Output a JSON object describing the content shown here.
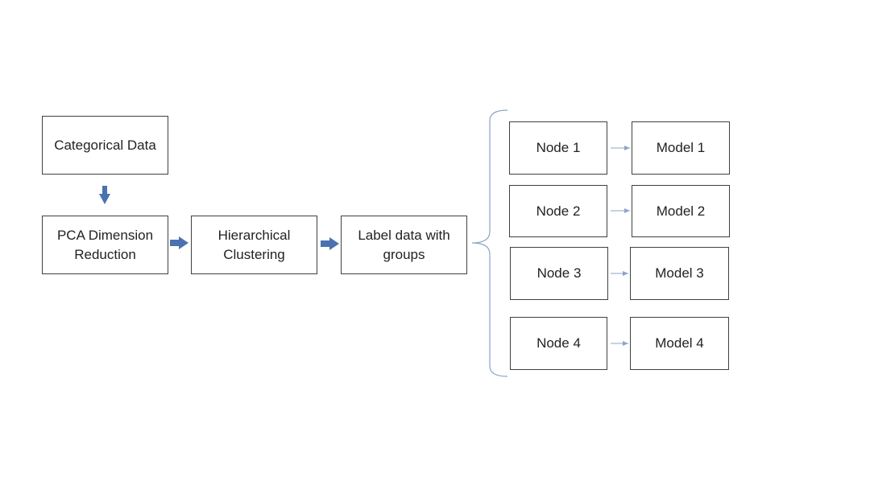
{
  "colors": {
    "box_border": "#404040",
    "text": "#222222",
    "thick_arrow": "#4a72b0",
    "thin_arrow": "#8ea4c8",
    "brace": "#8ea4c8"
  },
  "pipeline": {
    "categorical": "Categorical Data",
    "pca": "PCA Dimension\nReduction",
    "clustering": "Hierarchical\nClustering",
    "label": "Label data with\ngroups"
  },
  "nodes": [
    "Node 1",
    "Node 2",
    "Node 3",
    "Node 4"
  ],
  "models": [
    "Model 1",
    "Model 2",
    "Model 3",
    "Model 4"
  ]
}
